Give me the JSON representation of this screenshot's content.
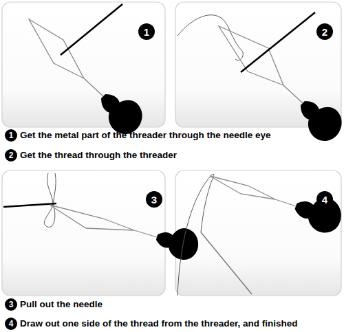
{
  "diagram": {
    "labels": [
      "1",
      "2",
      "1",
      "Get the metal part of the threader through the needle eye",
      "2",
      "Get the thread through the threader",
      "3",
      "4",
      "3",
      "Pull out the needle",
      "4",
      "Draw out one side of the thread from the threader, and finished"
    ]
  }
}
